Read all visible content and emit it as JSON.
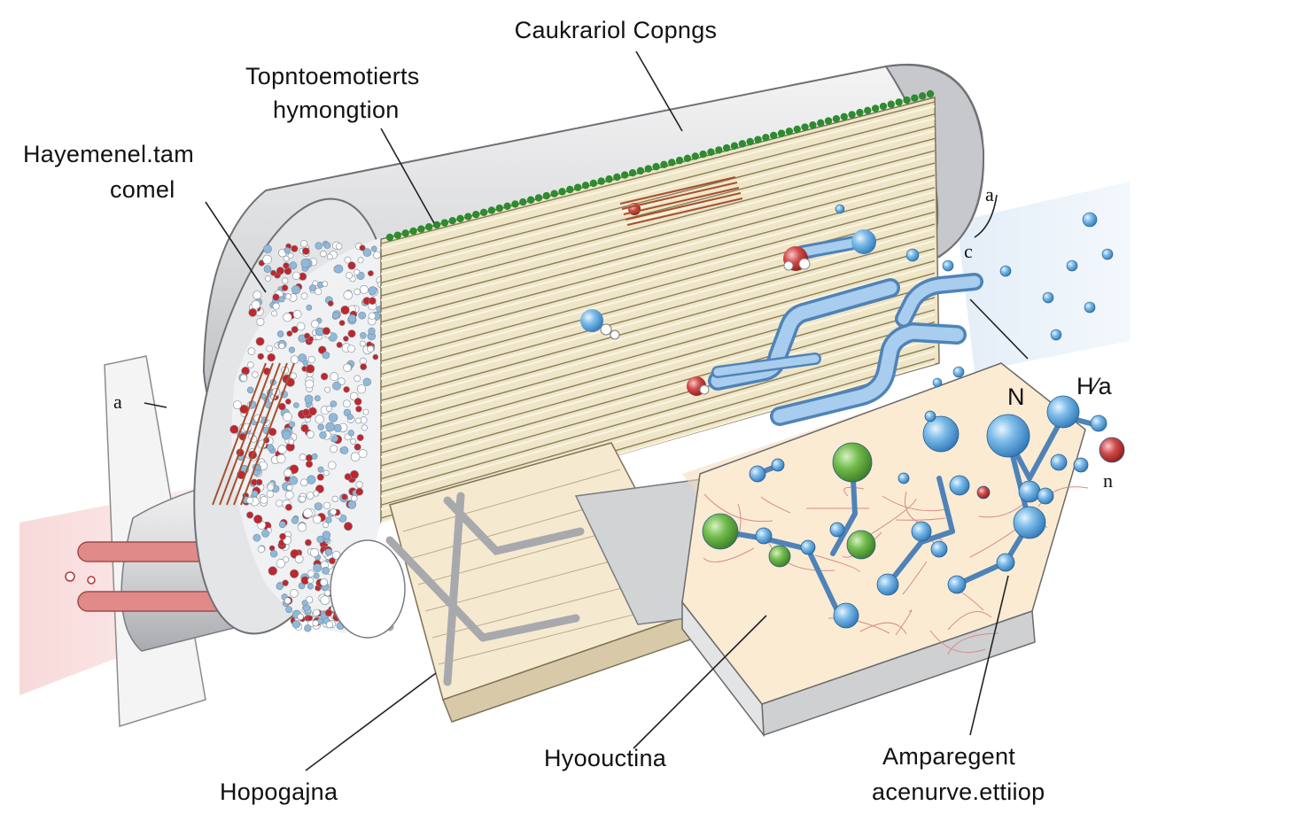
{
  "labels": {
    "top_center": "Caukrariol Copngs",
    "top_left_line1": "Topntoemotierts",
    "top_left_line2": "hymongtion",
    "left_line1": "Hayemenel.tam",
    "left_line2": "comel",
    "bottom_left": "Hopogajna",
    "bottom_center": "Hyoouctina",
    "bottom_right_line1": "Amparegent",
    "bottom_right_line2": "acenurve.ettiiop",
    "right_n": "N",
    "right_h": "H⁄a",
    "small_a_left": "a",
    "small_a_right": "a",
    "small_c_right": "c",
    "small_n_right": "n"
  },
  "colors": {
    "shell": "#d9dadc",
    "shell_dark": "#9a9ca0",
    "fins": "#efe6c8",
    "fin_line": "#8a7e5c",
    "green_dots": "#2e8b2e",
    "pipe_blue": "#7fb0dc",
    "atom_blue": "#5aa3dd",
    "atom_red": "#c0262b",
    "atom_green": "#5fae3f",
    "hot_pipe": "#d46a6a",
    "box_fill": "#f7e6cc"
  }
}
